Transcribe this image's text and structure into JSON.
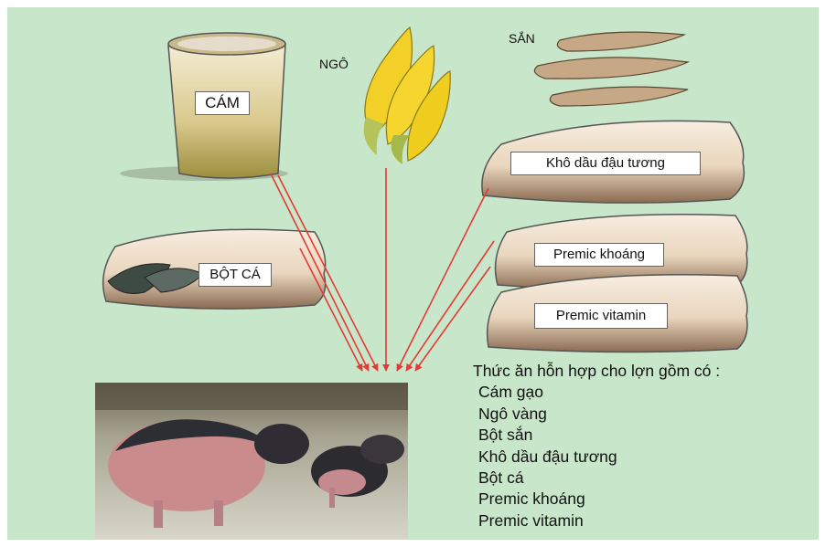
{
  "colors": {
    "background": "#c8e6c9",
    "arrow": "#e53935",
    "bag_fill": "#f3e6d2",
    "bag_bottom": "#8a6b52",
    "corn": "#f2d027",
    "cassava": "#c7a886"
  },
  "ingredients": {
    "cam": "CÁM",
    "ngo": "NGÔ",
    "san": "SẮN",
    "kho_dau": "Khô dầu đậu tương",
    "bot_ca": "BỘT CÁ",
    "premic_khoang": "Premic khoáng",
    "premic_vitamin": "Premic vitamin"
  },
  "summary": {
    "heading": "Thức ăn hỗn hợp cho lợn gồm có :",
    "items": [
      "Cám gạo",
      "Ngô vàng",
      "Bột sắn",
      "Khô dầu đậu tương",
      "Bột cá",
      "Premic khoáng",
      "Premic vitamin"
    ]
  },
  "photo": {
    "subject": "pigs-eating-photo"
  }
}
